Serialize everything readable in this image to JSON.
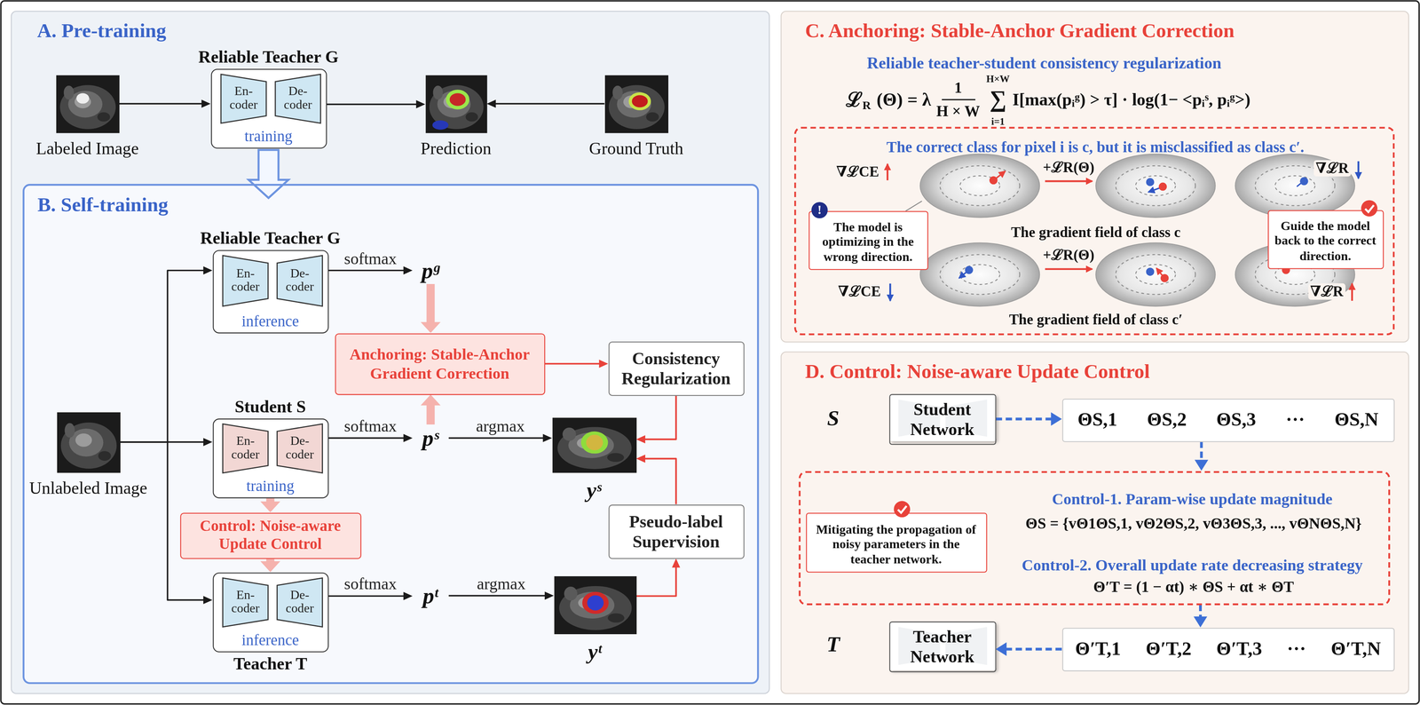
{
  "diagram": {
    "nodes": [
      {
        "text": [
          "A. Pre-training"
        ]
      },
      {
        "text": [
          "Labeled Image"
        ],
        "in": 0
      },
      {
        "text": [
          "Reliable Teacher G",
          "training"
        ],
        "in": 0
      },
      {
        "text": [
          "En- coder"
        ],
        "in": 2
      },
      {
        "text": [
          "De- coder"
        ],
        "in": 2
      },
      {
        "text": [
          "Prediction"
        ],
        "in": 0
      },
      {
        "text": [
          "Ground Truth"
        ],
        "in": 0
      },
      {
        "text": [
          "B. Self-training"
        ],
        "in": 0
      },
      {
        "text": [
          "Unlabeled Image"
        ],
        "in": 7
      },
      {
        "text": [
          "Reliable Teacher G",
          "inference"
        ],
        "in": 7
      },
      {
        "text": [
          "En- coder"
        ],
        "in": 9
      },
      {
        "text": [
          "De- coder"
        ],
        "in": 9
      },
      {
        "text": [
          "Student S",
          "training"
        ],
        "in": 7
      },
      {
        "text": [
          "En- coder"
        ],
        "in": 12
      },
      {
        "text": [
          "De- coder"
        ],
        "in": 12
      },
      {
        "text": [
          "inference",
          "Teacher T"
        ],
        "in": 7
      },
      {
        "text": [
          "En- coder"
        ],
        "in": 15
      },
      {
        "text": [
          "De- coder"
        ],
        "in": 15
      },
      {
        "text": [
          "pᵍ"
        ],
        "in": 7
      },
      {
        "text": [
          "Anchoring: Stable-Anchor Gradient Correction"
        ],
        "in": 7
      },
      {
        "text": [
          "Consistency Regularization"
        ],
        "in": 7
      },
      {
        "text": [
          "pˢ"
        ],
        "in": 7
      },
      {
        "text": [
          "yˢ"
        ],
        "in": 7
      },
      {
        "text": [
          "Control: Noise-aware Update Control"
        ],
        "in": 7
      },
      {
        "text": [
          "pᵗ"
        ],
        "in": 7
      },
      {
        "text": [
          "yᵗ"
        ],
        "in": 7
      },
      {
        "text": [
          "Pseudo-label Supervision"
        ],
        "in": 7
      },
      {
        "text": [
          "C. Anchoring: Stable-Anchor Gradient Correction",
          "Reliable teacher-student consistency regularization"
        ]
      },
      {
        "text": [
          "The correct class for pixel i is c, but it is misclassified as class c′."
        ],
        "in": 27
      },
      {
        "text": [
          "The model is optimizing in the wrong direction."
        ],
        "in": 28
      },
      {
        "text": [
          "Guide the model back to the correct direction."
        ],
        "in": 28
      },
      {
        "text": [
          "D. Control: Noise-aware Update Control"
        ]
      },
      {
        "text": [
          "Student Network"
        ],
        "in": 31
      },
      {
        "text": [
          "ΘS,1",
          "ΘS,2",
          "ΘS,3",
          "···",
          "ΘS,N"
        ],
        "in": 31
      },
      {
        "text": [
          "Control-1. Param-wise update magnitude",
          "Control-2. Overall update rate decreasing strategy"
        ],
        "in": 31
      },
      {
        "text": [
          "Mitigating the propagation of noisy parameters in the teacher network."
        ],
        "in": 34
      },
      {
        "text": [
          "Teacher Network"
        ],
        "in": 31
      },
      {
        "text": [
          "Θ′T,1",
          "Θ′T,2",
          "Θ′T,3",
          "···",
          "Θ′T,N"
        ],
        "in": 31
      }
    ],
    "edges": [
      {
        "from": 1,
        "to": 2,
        "arrow": "to"
      },
      {
        "from": 2,
        "to": 5,
        "arrow": "to"
      },
      {
        "from": 6,
        "to": 5,
        "arrow": "to"
      },
      {
        "from": 3,
        "to": 4,
        "arrow": "to"
      },
      {
        "from": 2,
        "to": 7,
        "arrow": "to"
      },
      {
        "from": 8,
        "to": 9,
        "arrow": "to"
      },
      {
        "from": 8,
        "to": 12,
        "arrow": "to"
      },
      {
        "from": 8,
        "to": 15,
        "arrow": "to"
      },
      {
        "from": 10,
        "to": 11,
        "arrow": "to"
      },
      {
        "from": 13,
        "to": 14,
        "arrow": "to"
      },
      {
        "from": 16,
        "to": 17,
        "arrow": "to"
      },
      {
        "from": 9,
        "to": 18,
        "label": "softmax",
        "arrow": "to"
      },
      {
        "from": 12,
        "to": 21,
        "label": "softmax",
        "arrow": "to"
      },
      {
        "from": 15,
        "to": 24,
        "label": "softmax",
        "arrow": "to"
      },
      {
        "from": 18,
        "to": 19,
        "arrow": "to"
      },
      {
        "from": 21,
        "to": 19,
        "arrow": "to"
      },
      {
        "from": 19,
        "to": 20,
        "arrow": "to"
      },
      {
        "from": 21,
        "to": 22,
        "label": "argmax",
        "arrow": "to"
      },
      {
        "from": 24,
        "to": 25,
        "label": "argmax",
        "arrow": "to"
      },
      {
        "from": 12,
        "to": 23,
        "arrow": "to"
      },
      {
        "from": 23,
        "to": 15,
        "arrow": "to"
      },
      {
        "from": 20,
        "to": 22,
        "arrow": "to"
      },
      {
        "from": 26,
        "to": 22,
        "arrow": "to"
      },
      {
        "from": 25,
        "to": 26,
        "arrow": "to"
      },
      {
        "from": 32,
        "to": 33,
        "arrow": "to"
      },
      {
        "from": 33,
        "to": 34,
        "arrow": "to"
      },
      {
        "from": 34,
        "to": 37,
        "arrow": "to"
      },
      {
        "from": 37,
        "to": 36,
        "arrow": "to"
      }
    ],
    "labels": [
      "ℒ",
      "R",
      "(Θ) = λ",
      "1",
      "H × W",
      "H×W",
      "∑",
      "i=1",
      "I[max(pᵢᵍ) > τ] · log(1− <pᵢˢ, pᵢᵍ>)",
      "!",
      "∇ℒCE",
      "+ℒR(Θ)",
      "∇ℒR",
      "The gradient field of class c",
      "∇ℒCE",
      "+ℒR(Θ)",
      "∇ℒR",
      "The gradient field of class c′",
      "S",
      "ΘS = {vΘ1ΘS,1, vΘ2ΘS,2, vΘ3ΘS,3, ..., vΘNΘS,N}",
      "Θ′T = (1 − αt) ∗ ΘS + αt ∗ ΘT",
      "T"
    ]
  }
}
